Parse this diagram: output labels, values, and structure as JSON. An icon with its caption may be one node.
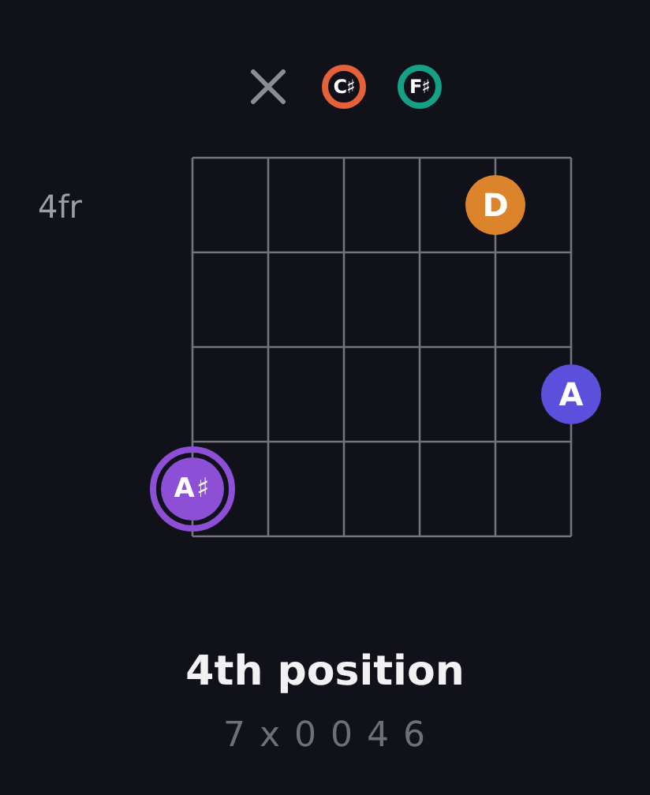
{
  "diagram": {
    "title": "4th position",
    "caption": "7 x 0 0 4 6",
    "nodes": [
      {
        "text": [
          "C♯"
        ]
      },
      {
        "text": [
          "F♯"
        ]
      },
      {
        "text": [
          "D"
        ]
      },
      {
        "text": [
          "A"
        ]
      },
      {
        "text": [
          "A♯"
        ]
      }
    ],
    "labels": [
      "4fr"
    ]
  }
}
